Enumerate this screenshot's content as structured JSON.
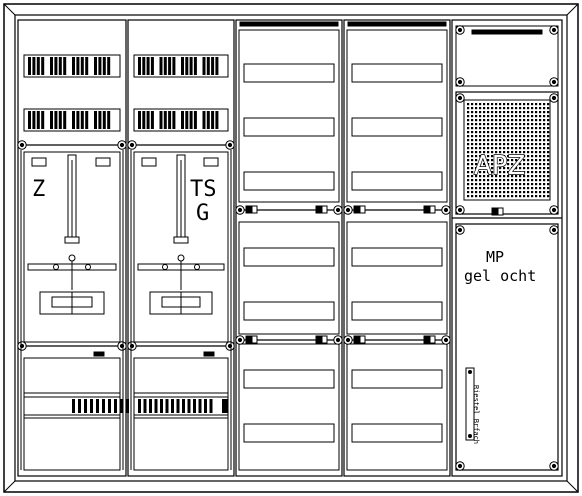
{
  "diagram": {
    "labels": {
      "meter_z": "Z",
      "meter_tsg_line1": "TS",
      "meter_tsg_line2": "G",
      "apz": "APZ",
      "mp_line1": "MP",
      "mp_line2": "gel ocht",
      "side_label": "Riestel Brfach"
    },
    "colors": {
      "line": "#000000",
      "background": "#ffffff"
    }
  }
}
